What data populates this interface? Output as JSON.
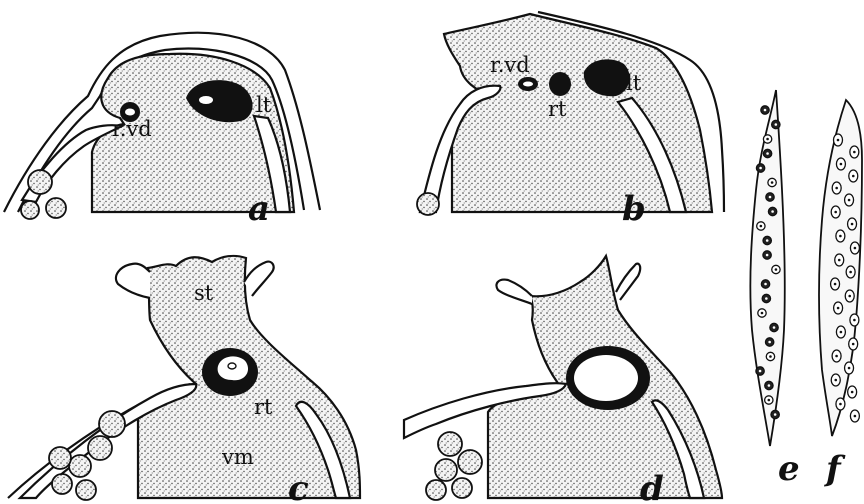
{
  "panels": {
    "a": {
      "letter": "a",
      "labels": {
        "rvd": "r.vd",
        "lt": "lt"
      }
    },
    "b": {
      "letter": "b",
      "labels": {
        "rvd": "r.vd",
        "lt": "lt",
        "rt": "rt"
      }
    },
    "c": {
      "letter": "c",
      "labels": {
        "st": "st",
        "rt": "rt",
        "vm": "vm"
      }
    },
    "d": {
      "letter": "d",
      "labels": {}
    },
    "e": {
      "letter": "e"
    },
    "f": {
      "letter": "f"
    }
  },
  "colors": {
    "ink": "#111111",
    "tissue": "#eeeeee",
    "background": "#ffffff"
  }
}
